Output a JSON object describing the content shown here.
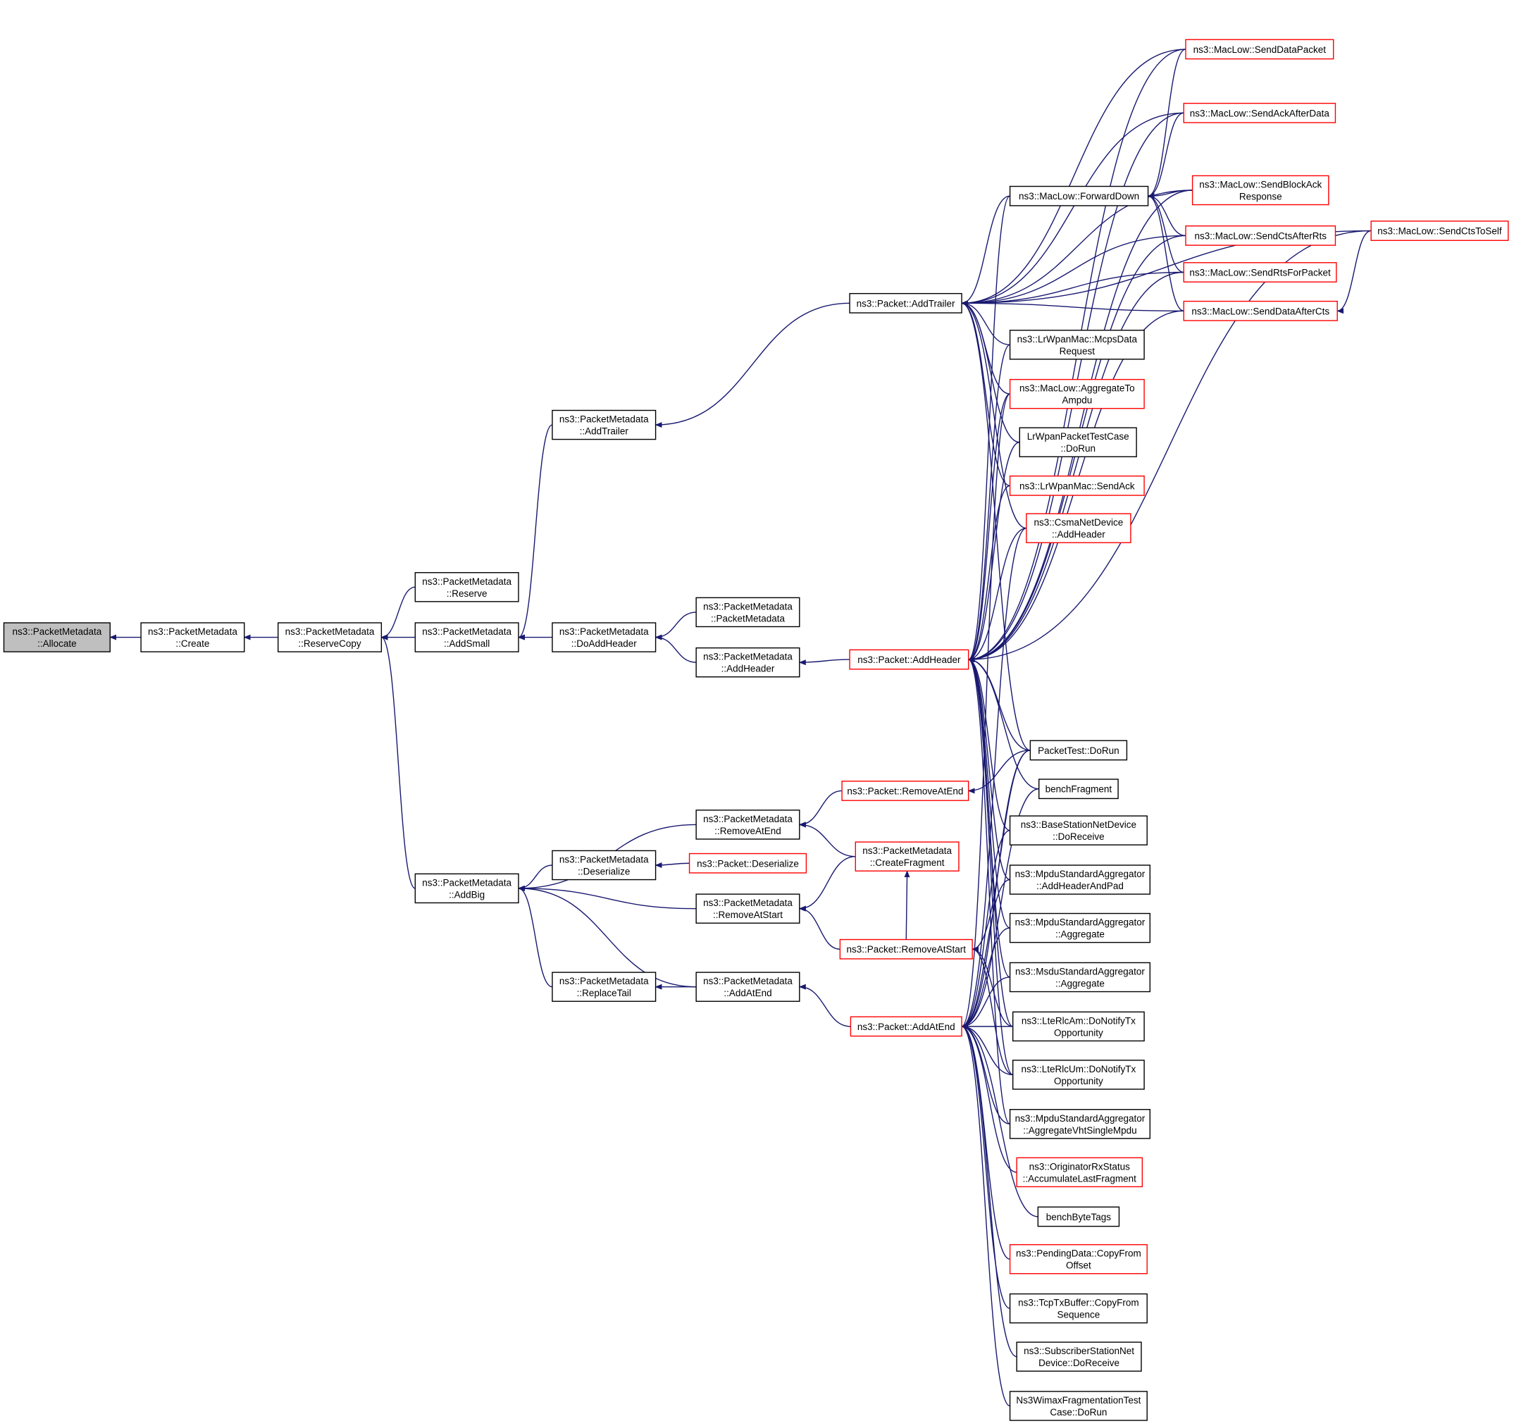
{
  "nodes": [
    {
      "id": "allocate",
      "lines": [
        "ns3::PacketMetadata",
        "::Allocate"
      ],
      "style": "root"
    },
    {
      "id": "create",
      "lines": [
        "ns3::PacketMetadata",
        "::Create"
      ],
      "style": "normal"
    },
    {
      "id": "reservecopy",
      "lines": [
        "ns3::PacketMetadata",
        "::ReserveCopy"
      ],
      "style": "normal"
    },
    {
      "id": "reserve",
      "lines": [
        "ns3::PacketMetadata",
        "::Reserve"
      ],
      "style": "normal"
    },
    {
      "id": "addsmall",
      "lines": [
        "ns3::PacketMetadata",
        "::AddSmall"
      ],
      "style": "normal"
    },
    {
      "id": "addbig",
      "lines": [
        "ns3::PacketMetadata",
        "::AddBig"
      ],
      "style": "normal"
    },
    {
      "id": "pm_addtrailer",
      "lines": [
        "ns3::PacketMetadata",
        "::AddTrailer"
      ],
      "style": "normal"
    },
    {
      "id": "doaddheader",
      "lines": [
        "ns3::PacketMetadata",
        "::DoAddHeader"
      ],
      "style": "normal"
    },
    {
      "id": "pm_ctor",
      "lines": [
        "ns3::PacketMetadata",
        "::PacketMetadata"
      ],
      "style": "normal"
    },
    {
      "id": "pm_addheader",
      "lines": [
        "ns3::PacketMetadata",
        "::AddHeader"
      ],
      "style": "normal"
    },
    {
      "id": "pm_removeatend",
      "lines": [
        "ns3::PacketMetadata",
        "::RemoveAtEnd"
      ],
      "style": "normal"
    },
    {
      "id": "pm_deserialize",
      "lines": [
        "ns3::PacketMetadata",
        "::Deserialize"
      ],
      "style": "normal"
    },
    {
      "id": "pm_removeatstart",
      "lines": [
        "ns3::PacketMetadata",
        "::RemoveAtStart"
      ],
      "style": "normal"
    },
    {
      "id": "pm_replacetail",
      "lines": [
        "ns3::PacketMetadata",
        "::ReplaceTail"
      ],
      "style": "normal"
    },
    {
      "id": "pm_addatend",
      "lines": [
        "ns3::PacketMetadata",
        "::AddAtEnd"
      ],
      "style": "normal"
    },
    {
      "id": "p_addtrailer",
      "lines": [
        "ns3::Packet::AddTrailer"
      ],
      "style": "normal"
    },
    {
      "id": "p_addheader",
      "lines": [
        "ns3::Packet::AddHeader"
      ],
      "style": "red"
    },
    {
      "id": "p_removeatend",
      "lines": [
        "ns3::Packet::RemoveAtEnd"
      ],
      "style": "red"
    },
    {
      "id": "p_deserialize",
      "lines": [
        "ns3::Packet::Deserialize"
      ],
      "style": "red"
    },
    {
      "id": "pm_createfragment",
      "lines": [
        "ns3::PacketMetadata",
        "::CreateFragment"
      ],
      "style": "red"
    },
    {
      "id": "p_removeatstart",
      "lines": [
        "ns3::Packet::RemoveAtStart"
      ],
      "style": "red"
    },
    {
      "id": "p_addatend",
      "lines": [
        "ns3::Packet::AddAtEnd"
      ],
      "style": "red"
    },
    {
      "id": "forwarddown",
      "lines": [
        "ns3::MacLow::ForwardDown"
      ],
      "style": "normal"
    },
    {
      "id": "lrwpan_mcps",
      "lines": [
        "ns3::LrWpanMac::McpsData",
        "Request"
      ],
      "style": "normal"
    },
    {
      "id": "aggregatetoampdu",
      "lines": [
        "ns3::MacLow::AggregateTo",
        "Ampdu"
      ],
      "style": "red"
    },
    {
      "id": "lrwpantestcase",
      "lines": [
        "LrWpanPacketTestCase",
        "::DoRun"
      ],
      "style": "normal"
    },
    {
      "id": "lrwpan_sendack",
      "lines": [
        "ns3::LrWpanMac::SendAck"
      ],
      "style": "red"
    },
    {
      "id": "csma_addheader",
      "lines": [
        "ns3::CsmaNetDevice",
        "::AddHeader"
      ],
      "style": "red"
    },
    {
      "id": "packettest",
      "lines": [
        "PacketTest::DoRun"
      ],
      "style": "normal"
    },
    {
      "id": "benchfragment",
      "lines": [
        "benchFragment"
      ],
      "style": "normal"
    },
    {
      "id": "bs_doreceive",
      "lines": [
        "ns3::BaseStationNetDevice",
        "::DoReceive"
      ],
      "style": "normal"
    },
    {
      "id": "mpdu_addheaderandpad",
      "lines": [
        "ns3::MpduStandardAggregator",
        "::AddHeaderAndPad"
      ],
      "style": "normal"
    },
    {
      "id": "mpdu_aggregate",
      "lines": [
        "ns3::MpduStandardAggregator",
        "::Aggregate"
      ],
      "style": "normal"
    },
    {
      "id": "msdu_aggregate",
      "lines": [
        "ns3::MsduStandardAggregator",
        "::Aggregate"
      ],
      "style": "normal"
    },
    {
      "id": "lterlcam",
      "lines": [
        "ns3::LteRlcAm::DoNotifyTx",
        "Opportunity"
      ],
      "style": "normal"
    },
    {
      "id": "lterlcum",
      "lines": [
        "ns3::LteRlcUm::DoNotifyTx",
        "Opportunity"
      ],
      "style": "normal"
    },
    {
      "id": "mpdu_vht",
      "lines": [
        "ns3::MpduStandardAggregator",
        "::AggregateVhtSingleMpdu"
      ],
      "style": "normal"
    },
    {
      "id": "originator",
      "lines": [
        "ns3::OriginatorRxStatus",
        "::AccumulateLastFragment"
      ],
      "style": "red"
    },
    {
      "id": "benchbytetags",
      "lines": [
        "benchByteTags"
      ],
      "style": "normal"
    },
    {
      "id": "pendingdata",
      "lines": [
        "ns3::PendingData::CopyFrom",
        "Offset"
      ],
      "style": "red"
    },
    {
      "id": "tcptxbuffer",
      "lines": [
        "ns3::TcpTxBuffer::CopyFrom",
        "Sequence"
      ],
      "style": "normal"
    },
    {
      "id": "ss_doreceive",
      "lines": [
        "ns3::SubscriberStationNet",
        "Device::DoReceive"
      ],
      "style": "normal"
    },
    {
      "id": "wimaxtest",
      "lines": [
        "Ns3WimaxFragmentationTest",
        "Case::DoRun"
      ],
      "style": "normal"
    },
    {
      "id": "senddatapacket",
      "lines": [
        "ns3::MacLow::SendDataPacket"
      ],
      "style": "red"
    },
    {
      "id": "sendackafterdata",
      "lines": [
        "ns3::MacLow::SendAckAfterData"
      ],
      "style": "red"
    },
    {
      "id": "sendblockack",
      "lines": [
        "ns3::MacLow::SendBlockAck",
        "Response"
      ],
      "style": "red"
    },
    {
      "id": "sendctsafterrts",
      "lines": [
        "ns3::MacLow::SendCtsAfterRts"
      ],
      "style": "red"
    },
    {
      "id": "sendrtsforpacket",
      "lines": [
        "ns3::MacLow::SendRtsForPacket"
      ],
      "style": "red"
    },
    {
      "id": "senddataaftercts",
      "lines": [
        "ns3::MacLow::SendDataAfterCts"
      ],
      "style": "red"
    },
    {
      "id": "sendctstoself",
      "lines": [
        "ns3::MacLow::SendCtsToSelf"
      ],
      "style": "red"
    }
  ],
  "edges": [
    [
      "create",
      "allocate"
    ],
    [
      "reservecopy",
      "create"
    ],
    [
      "reserve",
      "reservecopy"
    ],
    [
      "addsmall",
      "reservecopy"
    ],
    [
      "addbig",
      "reservecopy"
    ],
    [
      "pm_addtrailer",
      "addsmall"
    ],
    [
      "doaddheader",
      "addsmall"
    ],
    [
      "pm_ctor",
      "doaddheader"
    ],
    [
      "pm_addheader",
      "doaddheader"
    ],
    [
      "p_addtrailer",
      "pm_addtrailer"
    ],
    [
      "p_addheader",
      "pm_addheader"
    ],
    [
      "pm_removeatend",
      "addbig"
    ],
    [
      "pm_deserialize",
      "addbig"
    ],
    [
      "pm_removeatstart",
      "addbig"
    ],
    [
      "pm_replacetail",
      "addbig"
    ],
    [
      "pm_addatend",
      "addbig"
    ],
    [
      "pm_addatend",
      "pm_replacetail"
    ],
    [
      "p_removeatend",
      "pm_removeatend"
    ],
    [
      "pm_createfragment",
      "pm_removeatend"
    ],
    [
      "p_deserialize",
      "pm_deserialize"
    ],
    [
      "pm_createfragment",
      "pm_removeatstart"
    ],
    [
      "p_removeatstart",
      "pm_removeatstart"
    ],
    [
      "p_addatend",
      "pm_addatend"
    ],
    [
      "forwarddown",
      "p_addtrailer"
    ],
    [
      "senddatapacket",
      "p_addtrailer"
    ],
    [
      "sendackafterdata",
      "p_addtrailer"
    ],
    [
      "sendblockack",
      "p_addtrailer"
    ],
    [
      "sendctsafterrts",
      "p_addtrailer"
    ],
    [
      "sendrtsforpacket",
      "p_addtrailer"
    ],
    [
      "senddataaftercts",
      "p_addtrailer"
    ],
    [
      "sendctstoself",
      "p_addtrailer"
    ],
    [
      "lrwpan_mcps",
      "p_addtrailer"
    ],
    [
      "aggregatetoampdu",
      "p_addtrailer"
    ],
    [
      "lrwpantestcase",
      "p_addtrailer"
    ],
    [
      "lrwpan_sendack",
      "p_addtrailer"
    ],
    [
      "csma_addheader",
      "p_addtrailer"
    ],
    [
      "packettest",
      "p_addtrailer"
    ],
    [
      "senddatapacket",
      "forwarddown"
    ],
    [
      "sendackafterdata",
      "forwarddown"
    ],
    [
      "sendblockack",
      "forwarddown"
    ],
    [
      "sendctsafterrts",
      "forwarddown"
    ],
    [
      "sendrtsforpacket",
      "forwarddown"
    ],
    [
      "senddataaftercts",
      "forwarddown"
    ],
    [
      "sendctstoself",
      "senddataaftercts"
    ],
    [
      "forwarddown",
      "p_addheader"
    ],
    [
      "senddatapacket",
      "p_addheader"
    ],
    [
      "sendackafterdata",
      "p_addheader"
    ],
    [
      "sendblockack",
      "p_addheader"
    ],
    [
      "sendctsafterrts",
      "p_addheader"
    ],
    [
      "sendrtsforpacket",
      "p_addheader"
    ],
    [
      "senddataaftercts",
      "p_addheader"
    ],
    [
      "sendctstoself",
      "p_addheader"
    ],
    [
      "lrwpan_mcps",
      "p_addheader"
    ],
    [
      "aggregatetoampdu",
      "p_addheader"
    ],
    [
      "lrwpantestcase",
      "p_addheader"
    ],
    [
      "lrwpan_sendack",
      "p_addheader"
    ],
    [
      "csma_addheader",
      "p_addheader"
    ],
    [
      "packettest",
      "p_addheader"
    ],
    [
      "benchfragment",
      "p_addheader"
    ],
    [
      "bs_doreceive",
      "p_addheader"
    ],
    [
      "mpdu_addheaderandpad",
      "p_addheader"
    ],
    [
      "mpdu_aggregate",
      "p_addheader"
    ],
    [
      "msdu_aggregate",
      "p_addheader"
    ],
    [
      "lterlcam",
      "p_addheader"
    ],
    [
      "lterlcum",
      "p_addheader"
    ],
    [
      "mpdu_vht",
      "p_addheader"
    ],
    [
      "packettest",
      "p_removeatend"
    ],
    [
      "p_removeatstart",
      "pm_createfragment"
    ],
    [
      "packettest",
      "p_removeatstart"
    ],
    [
      "lterlcam",
      "p_removeatstart"
    ],
    [
      "lterlcum",
      "p_removeatstart"
    ],
    [
      "packettest",
      "p_addatend"
    ],
    [
      "benchfragment",
      "p_addatend"
    ],
    [
      "bs_doreceive",
      "p_addatend"
    ],
    [
      "mpdu_addheaderandpad",
      "p_addatend"
    ],
    [
      "mpdu_aggregate",
      "p_addatend"
    ],
    [
      "msdu_aggregate",
      "p_addatend"
    ],
    [
      "lterlcam",
      "p_addatend"
    ],
    [
      "lterlcum",
      "p_addatend"
    ],
    [
      "mpdu_vht",
      "p_addatend"
    ],
    [
      "originator",
      "p_addatend"
    ],
    [
      "benchbytetags",
      "p_addatend"
    ],
    [
      "pendingdata",
      "p_addatend"
    ],
    [
      "tcptxbuffer",
      "p_addatend"
    ],
    [
      "ss_doreceive",
      "p_addatend"
    ],
    [
      "wimaxtest",
      "p_addatend"
    ],
    [
      "csma_addheader",
      "p_addatend"
    ],
    [
      "aggregatetoampdu",
      "p_addatend"
    ]
  ]
}
